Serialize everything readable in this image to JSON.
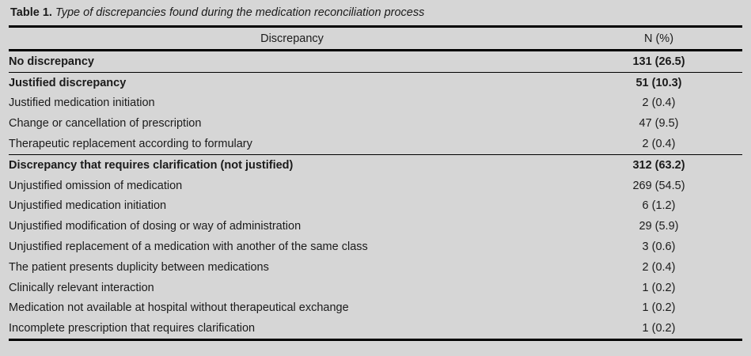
{
  "caption": {
    "label": "Table 1.",
    "text": "Type of discrepancies found during the medication reconciliation process"
  },
  "colors": {
    "background": "#d6d6d6",
    "text": "#1b1b1b",
    "rule": "#000000"
  },
  "table": {
    "headers": {
      "label": "Discrepancy",
      "value": "N (%)"
    },
    "rows": [
      {
        "label": "No discrepancy",
        "value": "131 (26.5)",
        "bold": true,
        "separator_above": false
      },
      {
        "label": "Justified discrepancy",
        "value": "51 (10.3)",
        "bold": true,
        "separator_above": true
      },
      {
        "label": "Justified medication initiation",
        "value": "2 (0.4)",
        "bold": false,
        "separator_above": false
      },
      {
        "label": "Change or cancellation of prescription",
        "value": "47 (9.5)",
        "bold": false,
        "separator_above": false
      },
      {
        "label": "Therapeutic replacement according to formulary",
        "value": "2 (0.4)",
        "bold": false,
        "separator_above": false
      },
      {
        "label": "Discrepancy that requires clarification (not justified)",
        "value": "312 (63.2)",
        "bold": true,
        "separator_above": true
      },
      {
        "label": "Unjustified omission of medication",
        "value": "269 (54.5)",
        "bold": false,
        "separator_above": false
      },
      {
        "label": "Unjustified medication initiation",
        "value": "6 (1.2)",
        "bold": false,
        "separator_above": false
      },
      {
        "label": "Unjustified modification of dosing or way of administration",
        "value": "29 (5.9)",
        "bold": false,
        "separator_above": false
      },
      {
        "label": "Unjustified replacement of a medication with another of the same class",
        "value": "3 (0.6)",
        "bold": false,
        "separator_above": false
      },
      {
        "label": "The patient presents duplicity between medications",
        "value": "2 (0.4)",
        "bold": false,
        "separator_above": false
      },
      {
        "label": "Clinically relevant interaction",
        "value": "1 (0.2)",
        "bold": false,
        "separator_above": false
      },
      {
        "label": "Medication not available at hospital without therapeutical exchange",
        "value": "1 (0.2)",
        "bold": false,
        "separator_above": false
      },
      {
        "label": "Incomplete prescription that requires clarification",
        "value": "1 (0.2)",
        "bold": false,
        "separator_above": false
      }
    ]
  }
}
